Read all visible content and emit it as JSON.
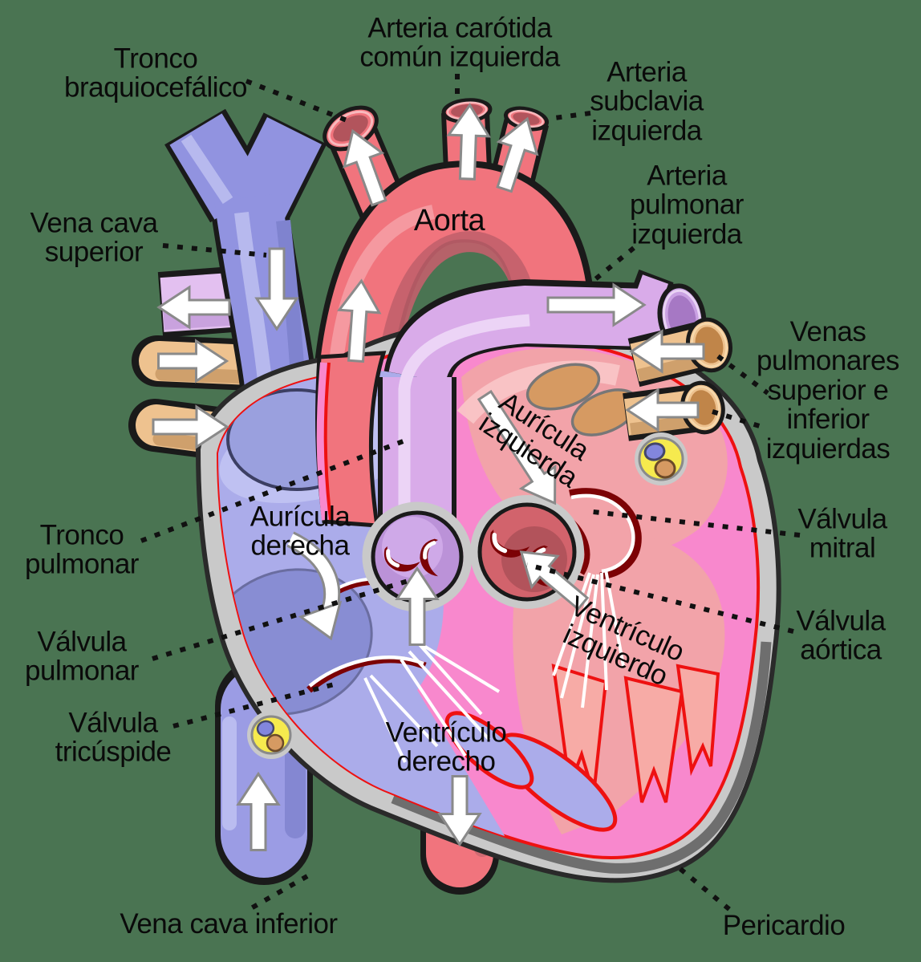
{
  "figure": {
    "type": "anatomical diagram",
    "subject": "Diagrama del corazón humano con etiquetas en español"
  },
  "background_color": "#4a7452",
  "palette": {
    "background_green": "#4a7452",
    "vein_blue": "#9193e0",
    "artery_salmon": "#f1747d",
    "pulmonary_artery_purple": "#d9abe9",
    "pulmonary_vein_tan": "#eec28f",
    "pericardium_gray": "#c9c9c9",
    "myocardium_pink": "#f888cd",
    "endocardium_red": "#ee1111",
    "valve_dark_red": "#7c0205",
    "right_chamber_lavender": "#abacea",
    "left_chamber_salmon": "#f2a3a9",
    "vein_opening_orange": "#d69a62",
    "coronary_yellow": "#f6ea4e",
    "label_text": "#0a0a0a",
    "flow_arrow_white": "#ffffff"
  },
  "labels": {
    "arteria_carotida": {
      "text": "Arteria carótida\ncomún izquierda"
    },
    "tronco_braquiocefalico": {
      "text": "Tronco\nbraquiocefálico"
    },
    "arteria_subclavia": {
      "text": "Arteria\nsubclavia\nizquierda"
    },
    "vena_cava_superior": {
      "text": "Vena cava\nsuperior"
    },
    "aorta": {
      "text": "Aorta"
    },
    "arteria_pulmonar_izquierda": {
      "text": "Arteria\npulmonar\nizquierda"
    },
    "venas_pulmonares": {
      "text": "Venas\npulmonares\nsuperior e\ninferior\nizquierdas"
    },
    "auricula_derecha": {
      "text": "Aurícula\nderecha"
    },
    "auricula_izquierda": {
      "text": "Aurícula\nizquierda"
    },
    "tronco_pulmonar": {
      "text": "Tronco\npulmonar"
    },
    "valvula_pulmonar": {
      "text": "Válvula\npulmonar"
    },
    "valvula_tricuspide": {
      "text": "Válvula\ntricúspide"
    },
    "ventriculo_derecho": {
      "text": "Ventrículo\nderecho"
    },
    "ventriculo_izquierdo": {
      "text": "Ventrículo\nizquierdo"
    },
    "valvula_mitral": {
      "text": "Válvula\nmitral"
    },
    "valvula_aortica": {
      "text": "Válvula\naórtica"
    },
    "vena_cava_inferior": {
      "text": "Vena cava inferior"
    },
    "pericardio": {
      "text": "Pericardio"
    }
  }
}
